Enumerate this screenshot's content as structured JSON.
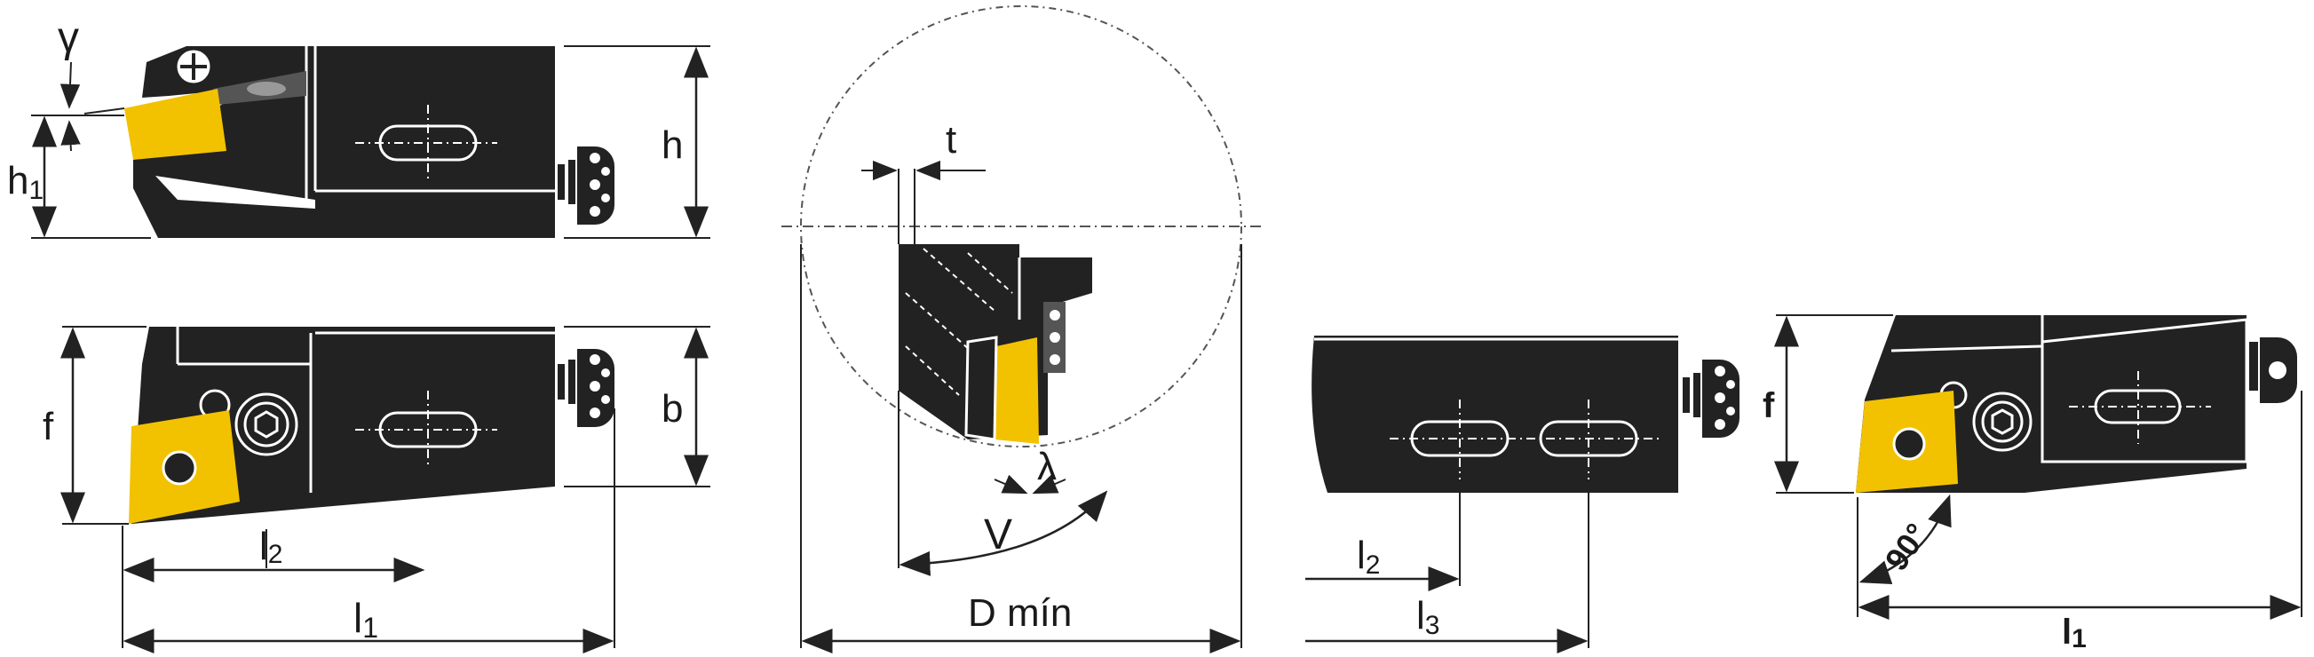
{
  "colors": {
    "body": "#222222",
    "insert": "#f2c200",
    "dim": "#222222",
    "background": "#ffffff"
  },
  "labels": {
    "gamma": "γ",
    "h1": "h",
    "h1_sub": "1",
    "h": "h",
    "f_left": "f",
    "b": "b",
    "l2_left": "l",
    "l2_left_sub": "2",
    "l1_left": "l",
    "l1_left_sub": "1",
    "t": "t",
    "lambda": "λ",
    "v": "V",
    "dmin": "D mín",
    "l2_mid": "l",
    "l2_mid_sub": "2",
    "l3": "l",
    "l3_sub": "3",
    "f_right": "f",
    "angle": "90°",
    "l1_right": "l",
    "l1_right_sub": "1"
  }
}
